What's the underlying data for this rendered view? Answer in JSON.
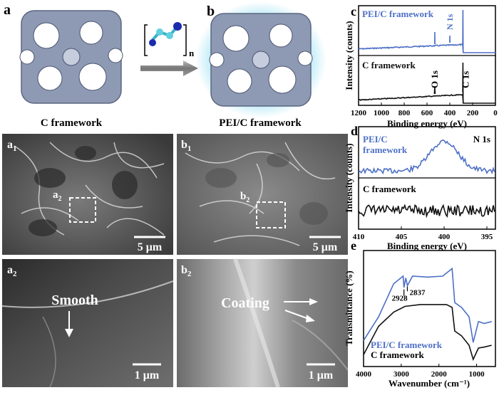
{
  "panels": {
    "a": {
      "label": "a",
      "caption": "C framework"
    },
    "b": {
      "label": "b",
      "caption": "PEI/C framework"
    },
    "polymer_subscript": "n",
    "a1": {
      "label": "a",
      "sub": "1",
      "scalebar": "5 μm",
      "inset_label": "a",
      "inset_sub": "2"
    },
    "b1": {
      "label": "b",
      "sub": "1",
      "scalebar": "5 μm",
      "inset_label": "b",
      "inset_sub": "2"
    },
    "a2": {
      "label": "a",
      "sub": "2",
      "annotation": "Smooth",
      "scalebar": "1 μm"
    },
    "b2": {
      "label": "b",
      "sub": "2",
      "annotation": "Coating",
      "scalebar": "1 μm"
    }
  },
  "colors": {
    "pei": "#4d6fc6",
    "c": "#111111",
    "framework": "#8e9ab4",
    "glow": "#7fd8f0"
  },
  "chart_data": [
    {
      "type": "line",
      "panel": "c",
      "xlabel": "Binding energy (eV)",
      "ylabel": "Intensity (counts)",
      "xlim": [
        1200,
        0
      ],
      "xticks": [
        1200,
        1000,
        800,
        600,
        400,
        200,
        0
      ],
      "series": [
        {
          "name": "PEI/C framework",
          "color": "#4d6fc6",
          "x": [
            1200,
            1000,
            960,
            600,
            532,
            400,
            285,
            0
          ],
          "y": [
            0.08,
            0.12,
            0.25,
            0.15,
            0.6,
            0.3,
            0.95,
            0.05
          ]
        },
        {
          "name": "C framework",
          "color": "#111111",
          "x": [
            1200,
            1000,
            960,
            600,
            532,
            400,
            285,
            0
          ],
          "y": [
            0.05,
            0.1,
            0.18,
            0.2,
            0.35,
            0.25,
            0.8,
            0.03
          ]
        }
      ],
      "annotations": [
        "N 1s",
        "O 1s",
        "C 1s"
      ]
    },
    {
      "type": "line",
      "panel": "d",
      "xlabel": "Binding energy (eV)",
      "ylabel": "Intensity (counts)",
      "xlim": [
        410,
        394
      ],
      "xticks": [
        410,
        405,
        400,
        395
      ],
      "title": "N 1s",
      "series": [
        {
          "name": "PEI/C\nframework",
          "color": "#4d6fc6",
          "peak_center": 400,
          "peak_height": 1.0,
          "peak_width": 1.6
        },
        {
          "name": "C framework",
          "color": "#111111",
          "peak_center": null,
          "peak_height": 0
        }
      ]
    },
    {
      "type": "line",
      "panel": "e",
      "xlabel": "Wavenumber (cm⁻¹)",
      "ylabel": "Transmittance (%)",
      "xlim": [
        4000,
        500
      ],
      "xticks": [
        4000,
        3000,
        2000,
        1000
      ],
      "series": [
        {
          "name": "PEI/C framework",
          "color": "#4d6fc6",
          "x": [
            4000,
            3600,
            3200,
            2950,
            2928,
            2880,
            2837,
            2700,
            2300,
            1900,
            1650,
            1580,
            1400,
            1200,
            1090,
            950,
            800,
            600
          ],
          "y": [
            0.2,
            0.45,
            0.8,
            0.88,
            0.76,
            0.86,
            0.78,
            0.88,
            0.87,
            0.88,
            0.96,
            0.6,
            0.55,
            0.45,
            0.18,
            0.4,
            0.38,
            0.4
          ]
        },
        {
          "name": "C framework",
          "color": "#111111",
          "x": [
            4000,
            3600,
            3200,
            2900,
            2500,
            2100,
            1800,
            1650,
            1580,
            1400,
            1200,
            1090,
            950,
            800,
            600
          ],
          "y": [
            0.05,
            0.35,
            0.5,
            0.56,
            0.58,
            0.58,
            0.58,
            0.55,
            0.3,
            0.25,
            0.15,
            0.0,
            0.12,
            0.13,
            0.15
          ]
        }
      ],
      "annotations": [
        "2928",
        "2837"
      ]
    }
  ]
}
